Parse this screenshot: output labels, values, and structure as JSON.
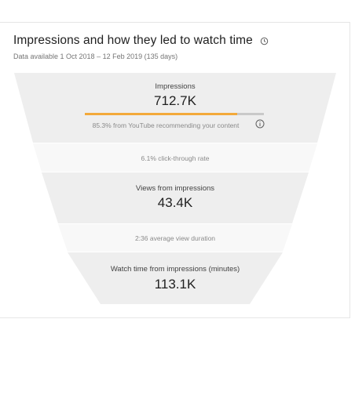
{
  "card": {
    "title": "Impressions and how they led to watch time",
    "subtitle": "Data available 1 Oct 2018 – 12 Feb 2019 (135 days)",
    "title_icon": "clock-icon"
  },
  "funnel": {
    "impressions": {
      "label": "Impressions",
      "value": "712.7K",
      "source_text": "85.3% from YouTube recommending your content",
      "source_fraction": 0.853,
      "info_icon": "info-icon"
    },
    "ctr": {
      "text": "6.1% click-through rate"
    },
    "views": {
      "label": "Views from impressions",
      "value": "43.4K"
    },
    "avg_duration": {
      "text": "2:36 average view duration"
    },
    "watch_time": {
      "label": "Watch time from impressions (minutes)",
      "value": "113.1K"
    }
  },
  "colors": {
    "band_dark": "#eeeeee",
    "band_light": "#f7f7f7",
    "bar_accent": "#f3a93a",
    "bar_rest": "#c9c9c9"
  }
}
